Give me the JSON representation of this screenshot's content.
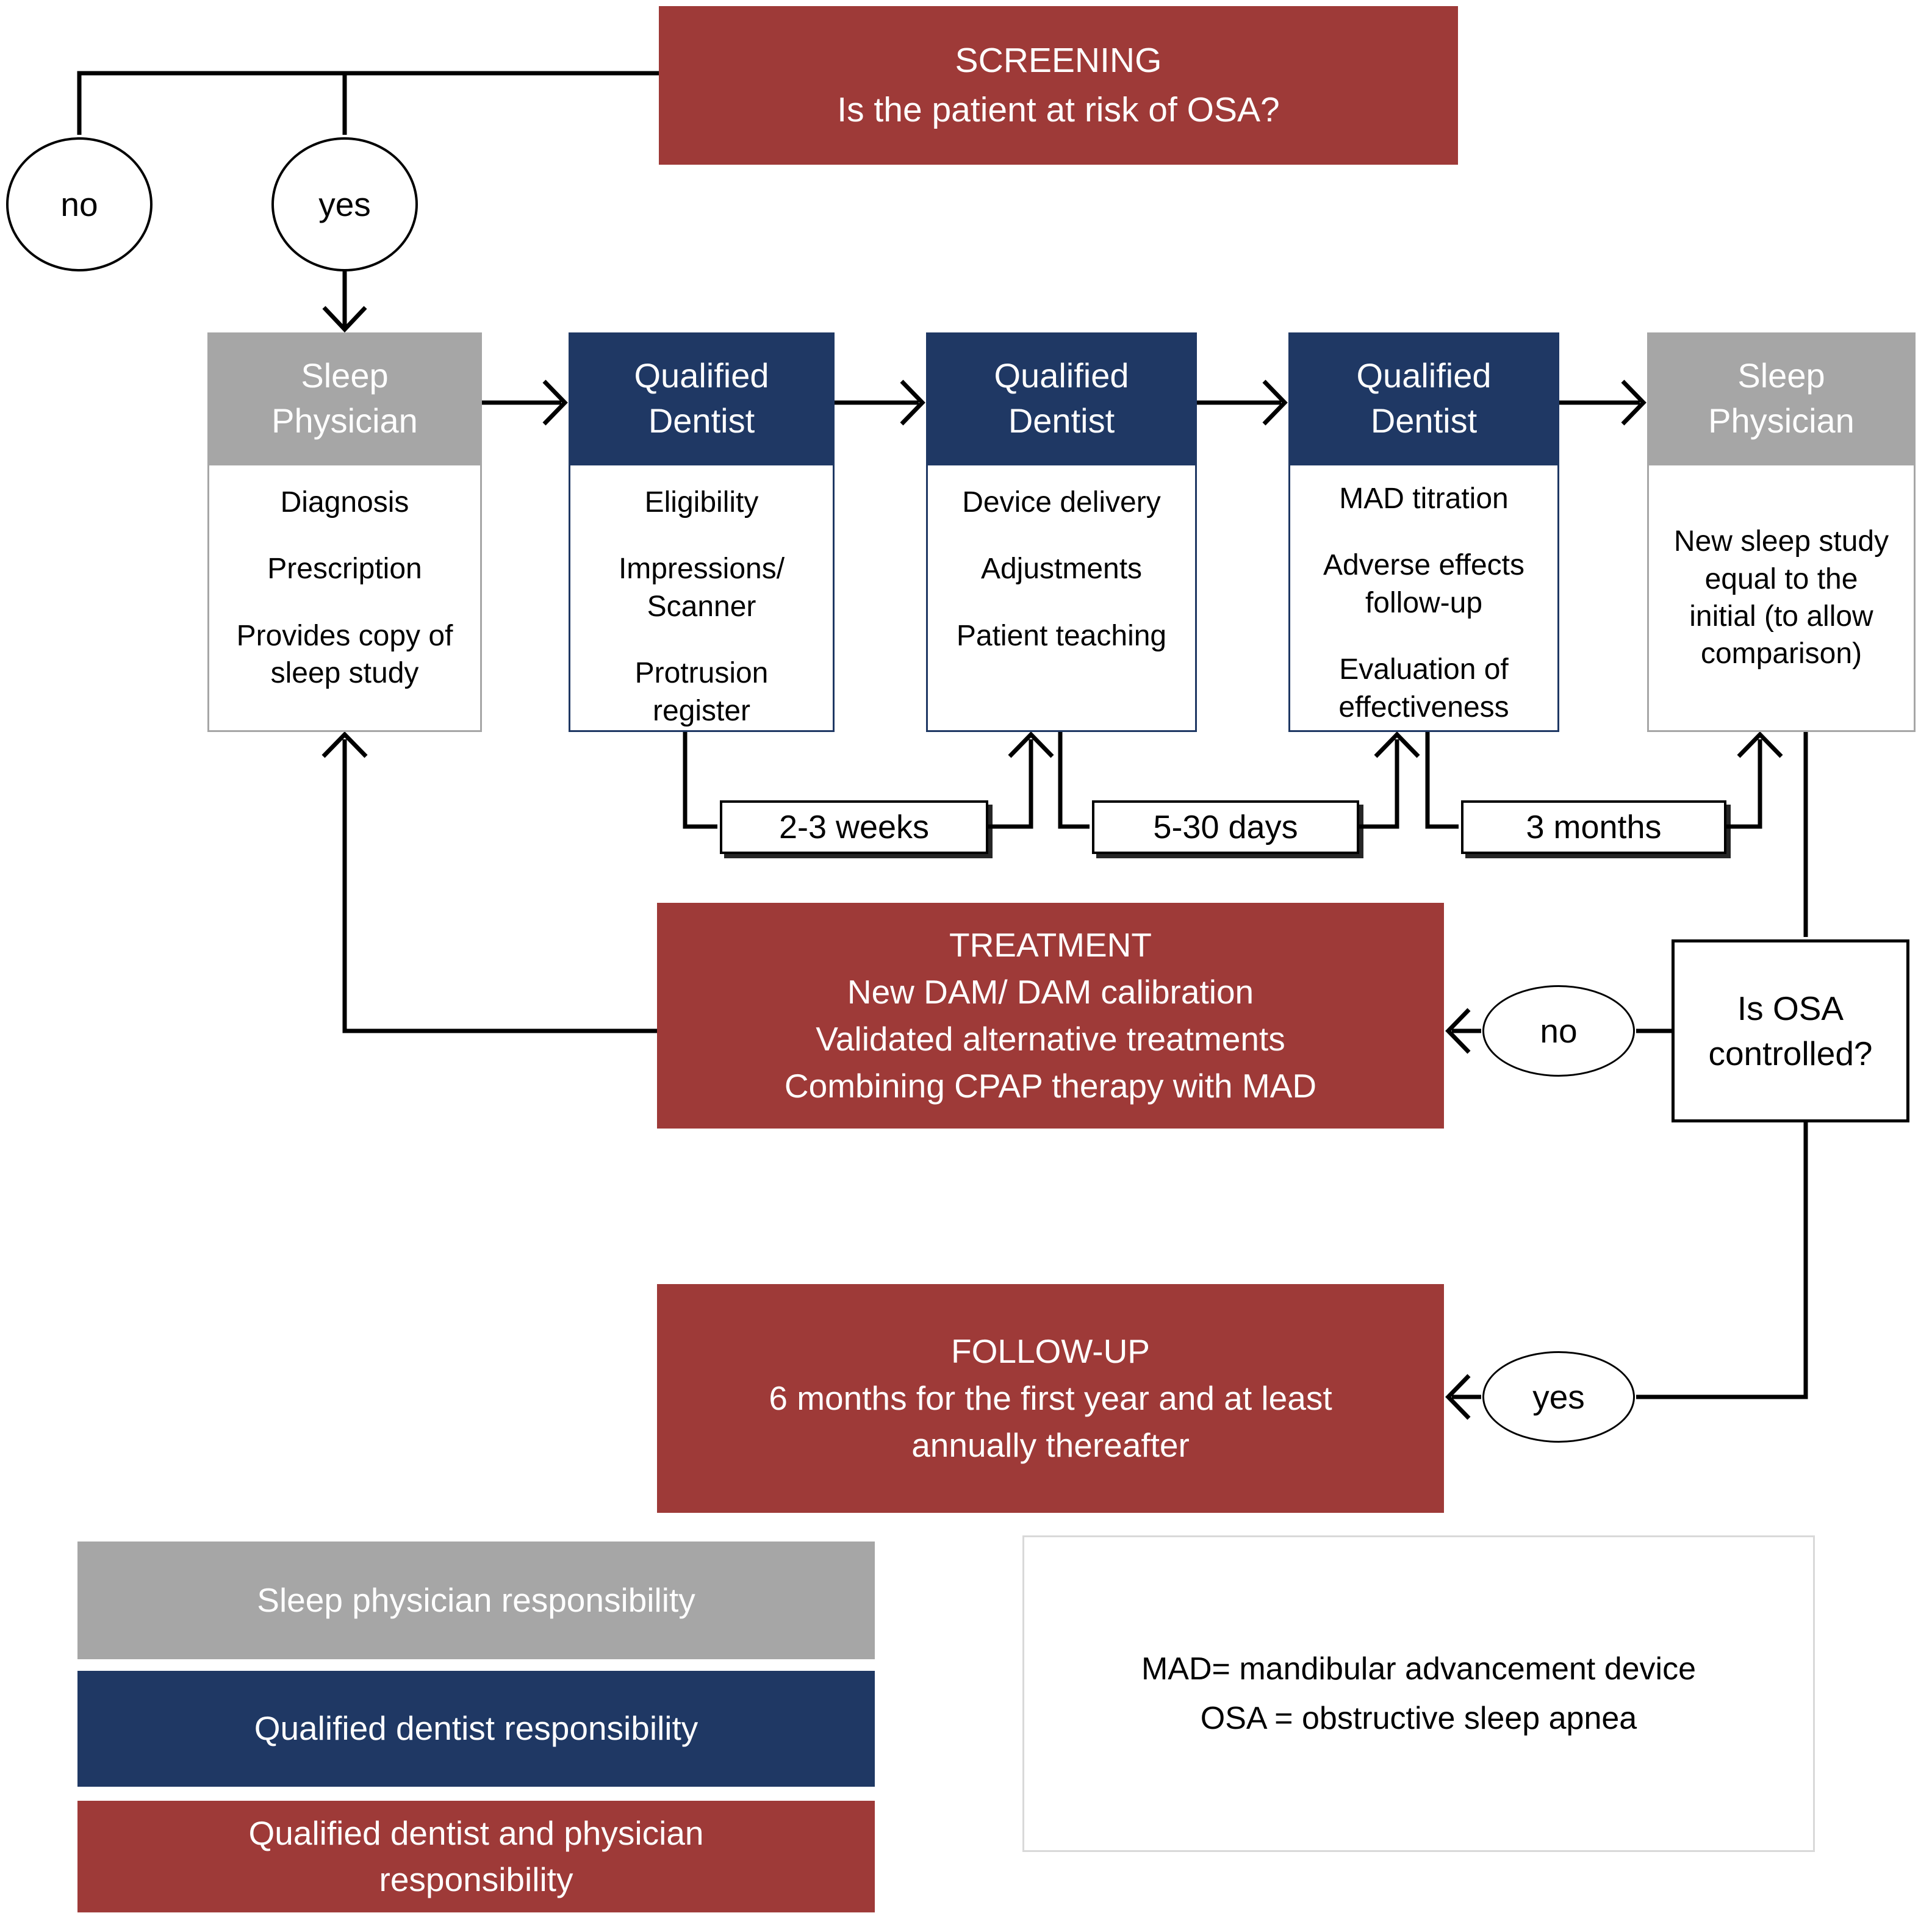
{
  "colors": {
    "red": "#9E3A38",
    "navy": "#1F3864",
    "gray": "#A6A6A6",
    "line": "#000000"
  },
  "screening": {
    "title": "SCREENING",
    "question": "Is the patient at risk of OSA?",
    "no": "no",
    "yes": "yes"
  },
  "stages": [
    {
      "header": "Sleep Physician",
      "responsibility": "sleep-physician",
      "items": [
        "Diagnosis",
        "Prescription",
        "Provides copy of sleep study"
      ]
    },
    {
      "header": "Qualified Dentist",
      "responsibility": "qualified-dentist",
      "items": [
        "Eligibility",
        "Impressions/ Scanner",
        "Protrusion register"
      ]
    },
    {
      "header": "Qualified Dentist",
      "responsibility": "qualified-dentist",
      "items": [
        "Device delivery",
        "Adjustments",
        "Patient teaching"
      ]
    },
    {
      "header": "Qualified Dentist",
      "responsibility": "qualified-dentist",
      "items": [
        "MAD titration",
        "Adverse effects follow-up",
        "Evaluation of effectiveness"
      ]
    },
    {
      "header": "Sleep Physician",
      "responsibility": "sleep-physician",
      "items": [
        "New sleep study equal to the initial (to allow comparison)"
      ]
    }
  ],
  "intervals": [
    "2-3 weeks",
    "5-30 days",
    "3 months"
  ],
  "treatment": {
    "title": "TREATMENT",
    "lines": [
      "New DAM/ DAM calibration",
      "Validated alternative treatments",
      "Combining CPAP therapy with MAD"
    ]
  },
  "decision": {
    "question": "Is OSA controlled?",
    "no": "no",
    "yes": "yes"
  },
  "followup": {
    "title": "FOLLOW-UP",
    "lines": [
      "6 months for the first year and at least",
      "annually thereafter"
    ]
  },
  "legend": [
    {
      "color": "#A6A6A6",
      "label_lines": [
        "Sleep physician responsibility"
      ]
    },
    {
      "color": "#1F3864",
      "label_lines": [
        "Qualified dentist responsibility"
      ]
    },
    {
      "color": "#9E3A38",
      "label_lines": [
        "Qualified dentist and physician",
        "responsibility"
      ]
    }
  ],
  "abbreviations": {
    "lines": [
      "MAD= mandibular advancement device",
      "OSA = obstructive sleep apnea"
    ]
  }
}
